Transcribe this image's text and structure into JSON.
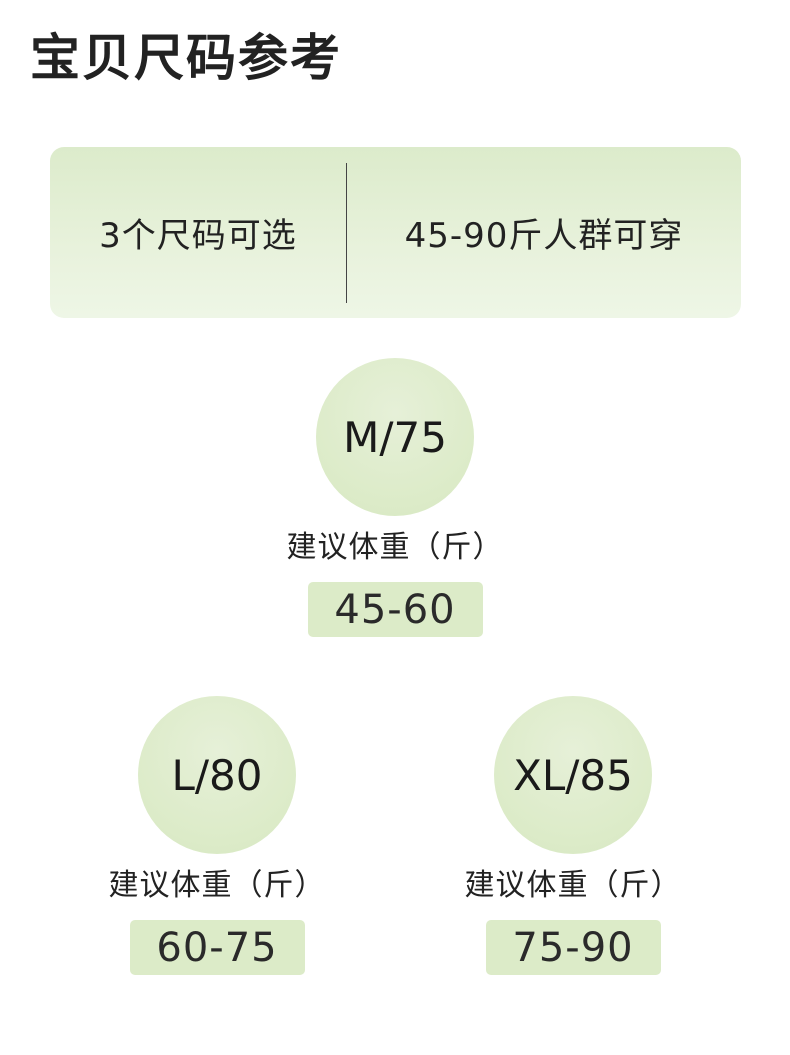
{
  "title": "宝贝尺码参考",
  "summary": {
    "left": "3个尺码可选",
    "right": "45-90斤人群可穿"
  },
  "sizes": [
    {
      "size": "M/75",
      "label": "建议体重（斤）",
      "range": "45-60"
    },
    {
      "size": "L/80",
      "label": "建议体重（斤）",
      "range": "60-75"
    },
    {
      "size": "XL/85",
      "label": "建议体重（斤）",
      "range": "75-90"
    }
  ],
  "colors": {
    "accent_green": "#dcebc8",
    "text": "#1a1a1a"
  }
}
